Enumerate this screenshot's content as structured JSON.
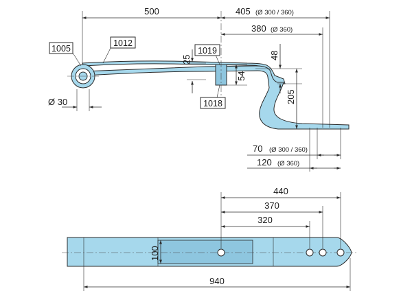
{
  "side_view": {
    "dims": {
      "length_500": "500",
      "length_405": "405",
      "length_405_note": "(Ø 300 / 360)",
      "length_380": "380",
      "length_380_note": "(Ø 360)",
      "height_25": "25",
      "height_48": "48",
      "height_54": "54",
      "height_205": "205",
      "eye_diameter": "Ø 30",
      "length_70": "70",
      "length_70_note": "(Ø 300 / 360)",
      "length_120": "120",
      "length_120_note": "(Ø 360)"
    },
    "labels": {
      "part_1005": "1005",
      "part_1012": "1012",
      "part_1019": "1019",
      "part_1018": "1018"
    }
  },
  "top_view": {
    "dims": {
      "length_440": "440",
      "length_370": "370",
      "length_320": "320",
      "width_100": "100",
      "length_940": "940"
    }
  },
  "colors": {
    "part_fill": "#a6d8ec",
    "line": "#2b2b2b"
  }
}
